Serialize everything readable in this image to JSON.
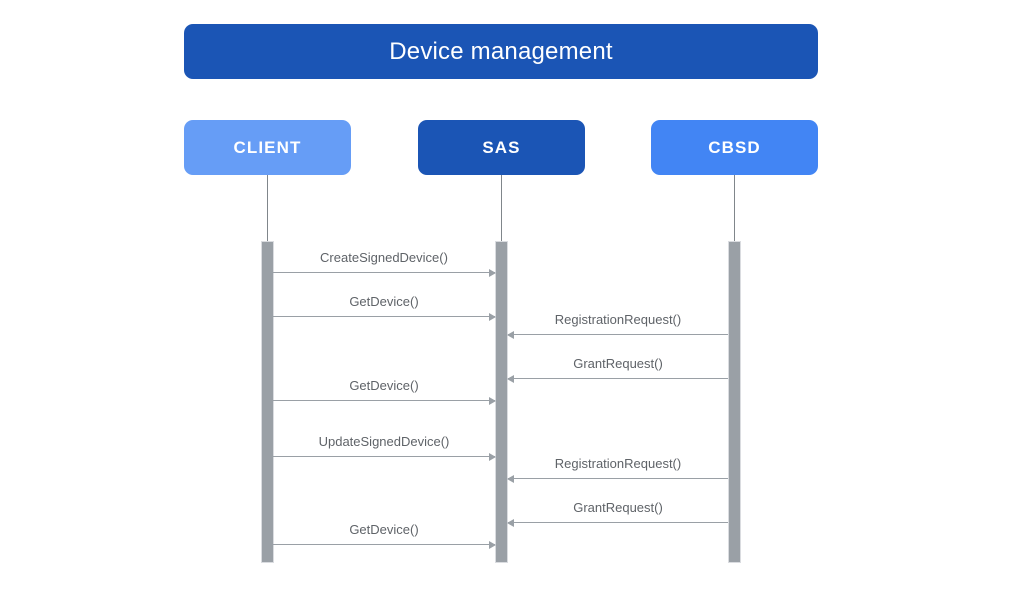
{
  "title": {
    "text": "Device management",
    "color": "#1B55B5"
  },
  "participants": [
    {
      "id": "client",
      "label": "CLIENT",
      "color": "#669DF6"
    },
    {
      "id": "sas",
      "label": "SAS",
      "color": "#1B55B5"
    },
    {
      "id": "cbsd",
      "label": "CBSD",
      "color": "#4285F4"
    }
  ],
  "messages": [
    {
      "label": "CreateSignedDevice()",
      "from": "CLIENT",
      "to": "SAS",
      "direction": "right"
    },
    {
      "label": "GetDevice()",
      "from": "CLIENT",
      "to": "SAS",
      "direction": "right"
    },
    {
      "label": "RegistrationRequest()",
      "from": "CBSD",
      "to": "SAS",
      "direction": "left"
    },
    {
      "label": "GrantRequest()",
      "from": "CBSD",
      "to": "SAS",
      "direction": "left"
    },
    {
      "label": "GetDevice()",
      "from": "CLIENT",
      "to": "SAS",
      "direction": "right"
    },
    {
      "label": "UpdateSignedDevice()",
      "from": "CLIENT",
      "to": "SAS",
      "direction": "right"
    },
    {
      "label": "RegistrationRequest()",
      "from": "CBSD",
      "to": "SAS",
      "direction": "left"
    },
    {
      "label": "GrantRequest()",
      "from": "CBSD",
      "to": "SAS",
      "direction": "left"
    },
    {
      "label": "GetDevice()",
      "from": "CLIENT",
      "to": "SAS",
      "direction": "right"
    }
  ],
  "palette": {
    "lifeline": "#80868B",
    "activation": "#9AA0A6",
    "arrow": "#9AA0A6",
    "label_text": "#5F6368",
    "background": "#FFFFFF"
  }
}
